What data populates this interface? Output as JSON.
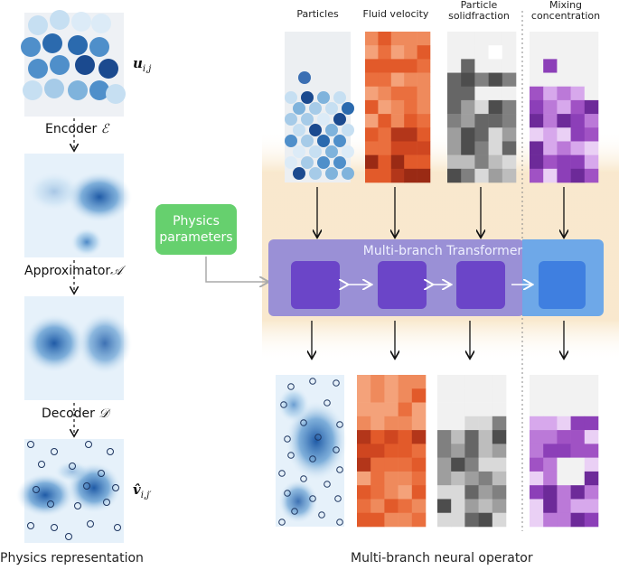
{
  "left": {
    "encoder_label": "Encoder",
    "encoder_symbol": "ℰ",
    "approximator_label": "Approximator",
    "approximator_symbol": "𝒜",
    "decoder_label": "Decoder",
    "decoder_symbol": "𝒟",
    "input_symbol": "u",
    "input_subscript": "i,j",
    "output_symbol": "v̂",
    "output_subscript": "i,j′",
    "caption": "Physics representation"
  },
  "right": {
    "columns": [
      "Particles",
      "Fluid velocity",
      "Particle solidfraction",
      "Mixing concentration"
    ],
    "column_line1": [
      "Particles",
      "Fluid velocity",
      "Particle",
      "Mixing"
    ],
    "column_line2": [
      "",
      "",
      "solidfraction",
      "concentration"
    ],
    "physics_params_line1": "Physics",
    "physics_params_line2": "parameters",
    "transformer_label": "Multi-branch Transformer",
    "caption": "Multi-branch neural operator"
  },
  "colors": {
    "physics_box": "#66d06e",
    "transformer_band": "#9a90d6",
    "transformer_band_right": "#6ea8e8",
    "branch_block": "#6b45c8",
    "branch_block_right": "#3f7fe0",
    "background_band": "#f8e6c8",
    "fluid": "#e8572e",
    "solid": "#7d7d7d",
    "mixing": "#8c3fb8",
    "particles": "#3b6fb3"
  }
}
